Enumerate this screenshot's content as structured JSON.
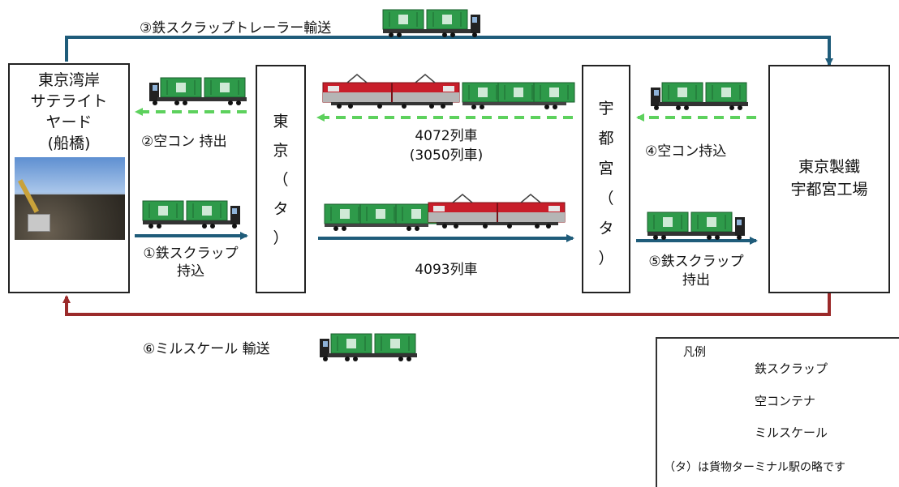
{
  "nodes": {
    "yard": [
      "東京湾岸",
      "サテライト",
      "ヤード",
      "(船橋)"
    ],
    "tokyo_terminal": [
      "東",
      "京",
      "（",
      "タ",
      "）"
    ],
    "utsunomiya_terminal": [
      "宇",
      "都",
      "宮",
      "（",
      "タ",
      "）"
    ],
    "steelworks": [
      "東京製鐵",
      "宇都宮工場"
    ]
  },
  "labels": {
    "step3": "③鉄スクラップトレーラー輸送",
    "step2": "②空コン 持出",
    "step1": [
      "①鉄スクラップ",
      "持込"
    ],
    "train_4072": [
      "4072列車",
      "(3050列車)"
    ],
    "train_4093": "4093列車",
    "step4": "④空コン持込",
    "step5": [
      "⑤鉄スクラップ",
      "持出"
    ],
    "step6": "⑥ミルスケール 輸送"
  },
  "legend": {
    "title": "凡例",
    "items": [
      {
        "label": "鉄スクラップ",
        "style": "solid",
        "color": "#1f5c7a"
      },
      {
        "label": "空コンテナ",
        "style": "dashed",
        "color": "#5dd15d"
      },
      {
        "label": "ミルスケール",
        "style": "solid",
        "color": "#9b2a2a"
      }
    ],
    "note": "（タ）は貨物ターミナル駅の略です"
  },
  "colors": {
    "scrap": "#1f5c7a",
    "empty": "#5dd15d",
    "millscale": "#9b2a2a",
    "container": "#2e9a4a",
    "locomotive": "#c81e2a"
  },
  "icons": [
    "truck-icon",
    "train-icon",
    "photo-scrap-yard"
  ]
}
